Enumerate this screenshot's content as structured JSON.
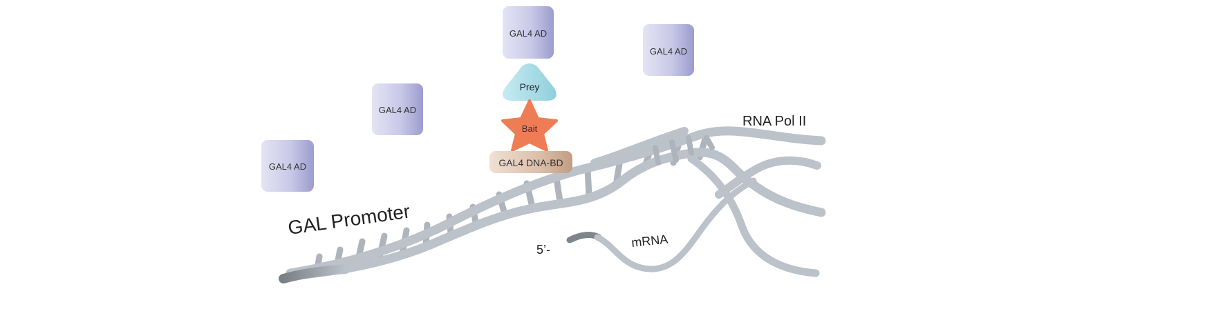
{
  "labels": {
    "gal_promoter": "GAL Promoter",
    "rna_pol": "RNA Pol II",
    "mrna": "mRNA",
    "five_prime": "5’-"
  },
  "proteins": {
    "ad_boxes": [
      "GAL4 AD",
      "GAL4 AD",
      "GAL4 AD",
      "GAL4 AD"
    ],
    "prey": "Prey",
    "bait": "Bait",
    "dna_bd": "GAL4 DNA-BD"
  },
  "colors": {
    "dna": "#bcc2c9",
    "dna_dark": "#8e949b",
    "ad_light": "#dcdcf0",
    "ad_dark": "#9f9fd1",
    "prey": "#a6d8e2",
    "bait": "#ee7d55",
    "dna_bd": "#d8b7a1",
    "text": "#222222"
  }
}
